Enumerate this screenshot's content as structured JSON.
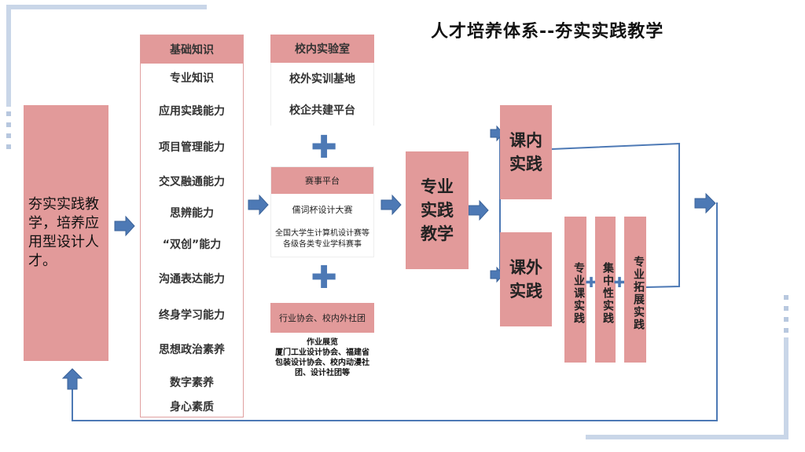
{
  "title": "人才培养体系--夯实实践教学",
  "goal": "夯实实践教学，培养应用型设计人才。",
  "abilities": [
    "基础知识",
    "专业知识",
    "应用实践能力",
    "项目管理能力",
    "交叉融通能力",
    "思辨能力",
    "“双创”能力",
    "沟通表达能力",
    "终身学习能力",
    "思想政治素养",
    "数字素养",
    "身心素质"
  ],
  "platforms": [
    "校内实验室",
    "校外实训基地",
    "校企共建平台"
  ],
  "competition": {
    "header": "赛事平台",
    "item1": "儒词杯设计大赛",
    "item2": "全国大学生计算机设计赛等各级各类专业学科赛事"
  },
  "association": {
    "header": "行业协会、校内外社团",
    "body": "作业展览\n厦门工业设计协会、福建省包装设计协会、校内动漫社团、设计社团等"
  },
  "center": "专业实践教学",
  "inclass": "课内实践",
  "outclass": "课外实践",
  "practices": [
    "专业课实践",
    "集中性实践",
    "专业拓展实践"
  ],
  "plus": "✚",
  "colors": {
    "pink": "#e29a9a",
    "arrow": "#4d79b5",
    "line": "#4d79b5",
    "deco": "#c9d6e8"
  }
}
